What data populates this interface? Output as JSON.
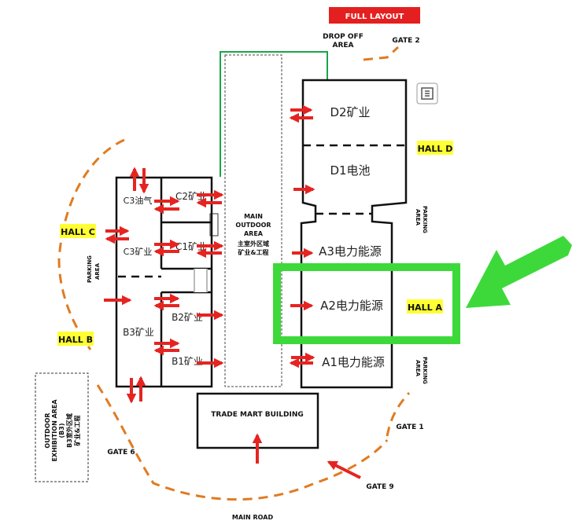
{
  "full_layout_button": "FULL LAYOUT",
  "drop_off_line1": "DROP OFF",
  "drop_off_line2": "AREA",
  "gate_2": "GATE 2",
  "gate_1": "GATE 1",
  "gate_6": "GATE 6",
  "gate_9": "GATE 9",
  "main_road": "MAIN ROAD",
  "halls": {
    "hall_a": "HALL A",
    "hall_b": "HALL B",
    "hall_c": "HALL C",
    "hall_d": "HALL D"
  },
  "zones": {
    "d2": "D2矿业",
    "d1": "D1电池",
    "a3": "A3电力能源",
    "a2": "A2电力能源",
    "a1": "A1电力能源",
    "c3_oil": "C3油气",
    "c2": "C2矿业",
    "c3_mining": "C3矿业",
    "c1": "C1矿业",
    "b3": "B3矿业",
    "b2": "B2矿业",
    "b1": "B1矿业"
  },
  "main_outdoor": {
    "line1": "MAIN",
    "line2": "OUTDOOR",
    "line3": "AREA",
    "line4": "主室外区域",
    "line5": "矿业&工程"
  },
  "outdoor_exhibition": {
    "line1": "OUTDOOR",
    "line2": "EXHIBITION AREA",
    "line3": "(B3)",
    "line4": "B3室外区域",
    "line5": "矿业&工程"
  },
  "parking_label_line1": "PARKING",
  "parking_label_line2": "AREA",
  "trade_mart": "TRADE MART BUILDING",
  "colors": {
    "arrow_red": "#e52421",
    "path_orange": "#e07b22",
    "highlight_green": "#3dd93b",
    "hall_yellow": "#ffff33",
    "button_red": "#e41f1f"
  }
}
